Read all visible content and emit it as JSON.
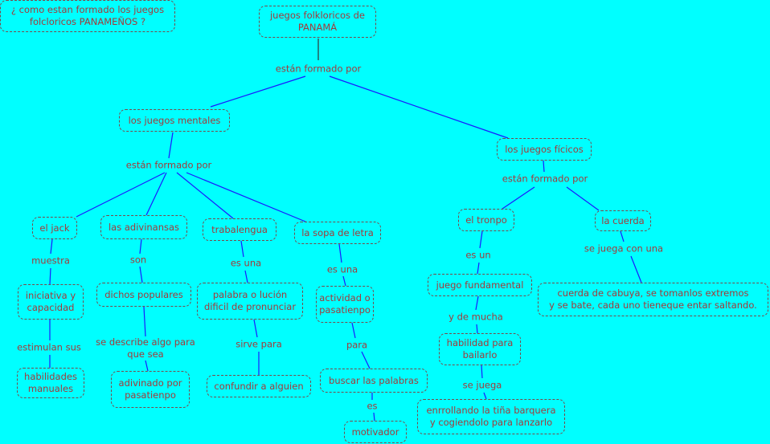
{
  "question": "¿ como estan formado los juegos\nfolcloricos PANAMEÑOS ?",
  "root": "juegos folkloricos de\nPANAMÁ",
  "links": {
    "root_formado": "están formado por",
    "mentales_formado": "están formado por",
    "ficicos_formado": "están formado por",
    "muestra": "muestra",
    "estimulan": "estimulan sus",
    "son": "son",
    "describe": "se describe algo para\nque sea",
    "es_una_1": "es una",
    "sirve": "sirve para",
    "es_una_2": "es una",
    "para": "para",
    "es": "es",
    "es_un": "es un",
    "y_de_mucha": "y de mucha",
    "se_juega": "se juega",
    "se_juega_con": "se juega con una"
  },
  "concepts": {
    "mentales": "los juegos mentales",
    "ficicos": "los juegos fícicos",
    "jack": "el jack",
    "adivinansas": "las adivinansas",
    "trabalengua": "trabalengua",
    "sopa": "la sopa de letra",
    "tronpo": "el tronpo",
    "cuerda": "la cuerda",
    "iniciativa": "iniciativa y\ncapacidad",
    "habilidades": "habilidades\nmanuales",
    "dichos": "dichos populares",
    "adivinado": "adivinado por\npasatienpo",
    "palabra": "palabra o lución\ndificil de pronunciar",
    "confundir": "confundir a alguien",
    "actividad": "actividad o\npasatienpo",
    "buscar": "buscar las palabras",
    "motivador": "motivador",
    "fundamental": "juego fundamental",
    "habilidad": "habilidad para\nbailarlo",
    "enrrollando": "enrrollando la tiña barquera\ny cogiendolo para lanzarlo",
    "cabuya": "cuerda de cabuya, se tomanlos extremos\ny se bate, cada uno tieneque entar saltando."
  }
}
